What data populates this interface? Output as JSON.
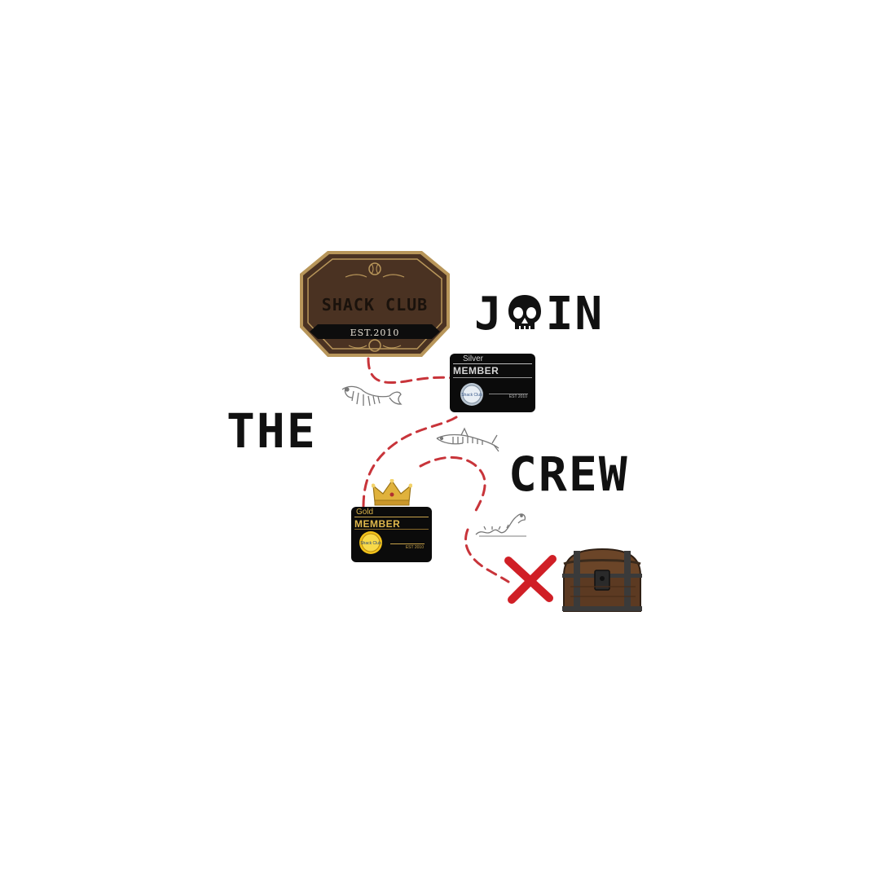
{
  "headline": {
    "join_j": "J",
    "join_in": "IN",
    "the": "THE",
    "crew": "CREW"
  },
  "logo": {
    "title": "SHACK CLUB",
    "est": "EST.2010"
  },
  "cards": {
    "silver": {
      "tier": "Silver",
      "label": "MEMBER",
      "est": "EST 2010",
      "seal_text": "Shack Club"
    },
    "gold": {
      "tier": "Gold",
      "label": "MEMBER",
      "est": "EST 2010",
      "seal_text": "Shack Club"
    }
  },
  "colors": {
    "path": "#c8343a",
    "x_mark": "#d01f26",
    "logo_brown": "#4a3222",
    "logo_gold": "#b8965a",
    "text": "#111111"
  },
  "icons": [
    "skull-icon",
    "fish-skeleton-icon",
    "shark-skeleton-icon",
    "sea-serpent-icon",
    "crown-icon",
    "x-mark-icon",
    "treasure-chest-icon"
  ]
}
